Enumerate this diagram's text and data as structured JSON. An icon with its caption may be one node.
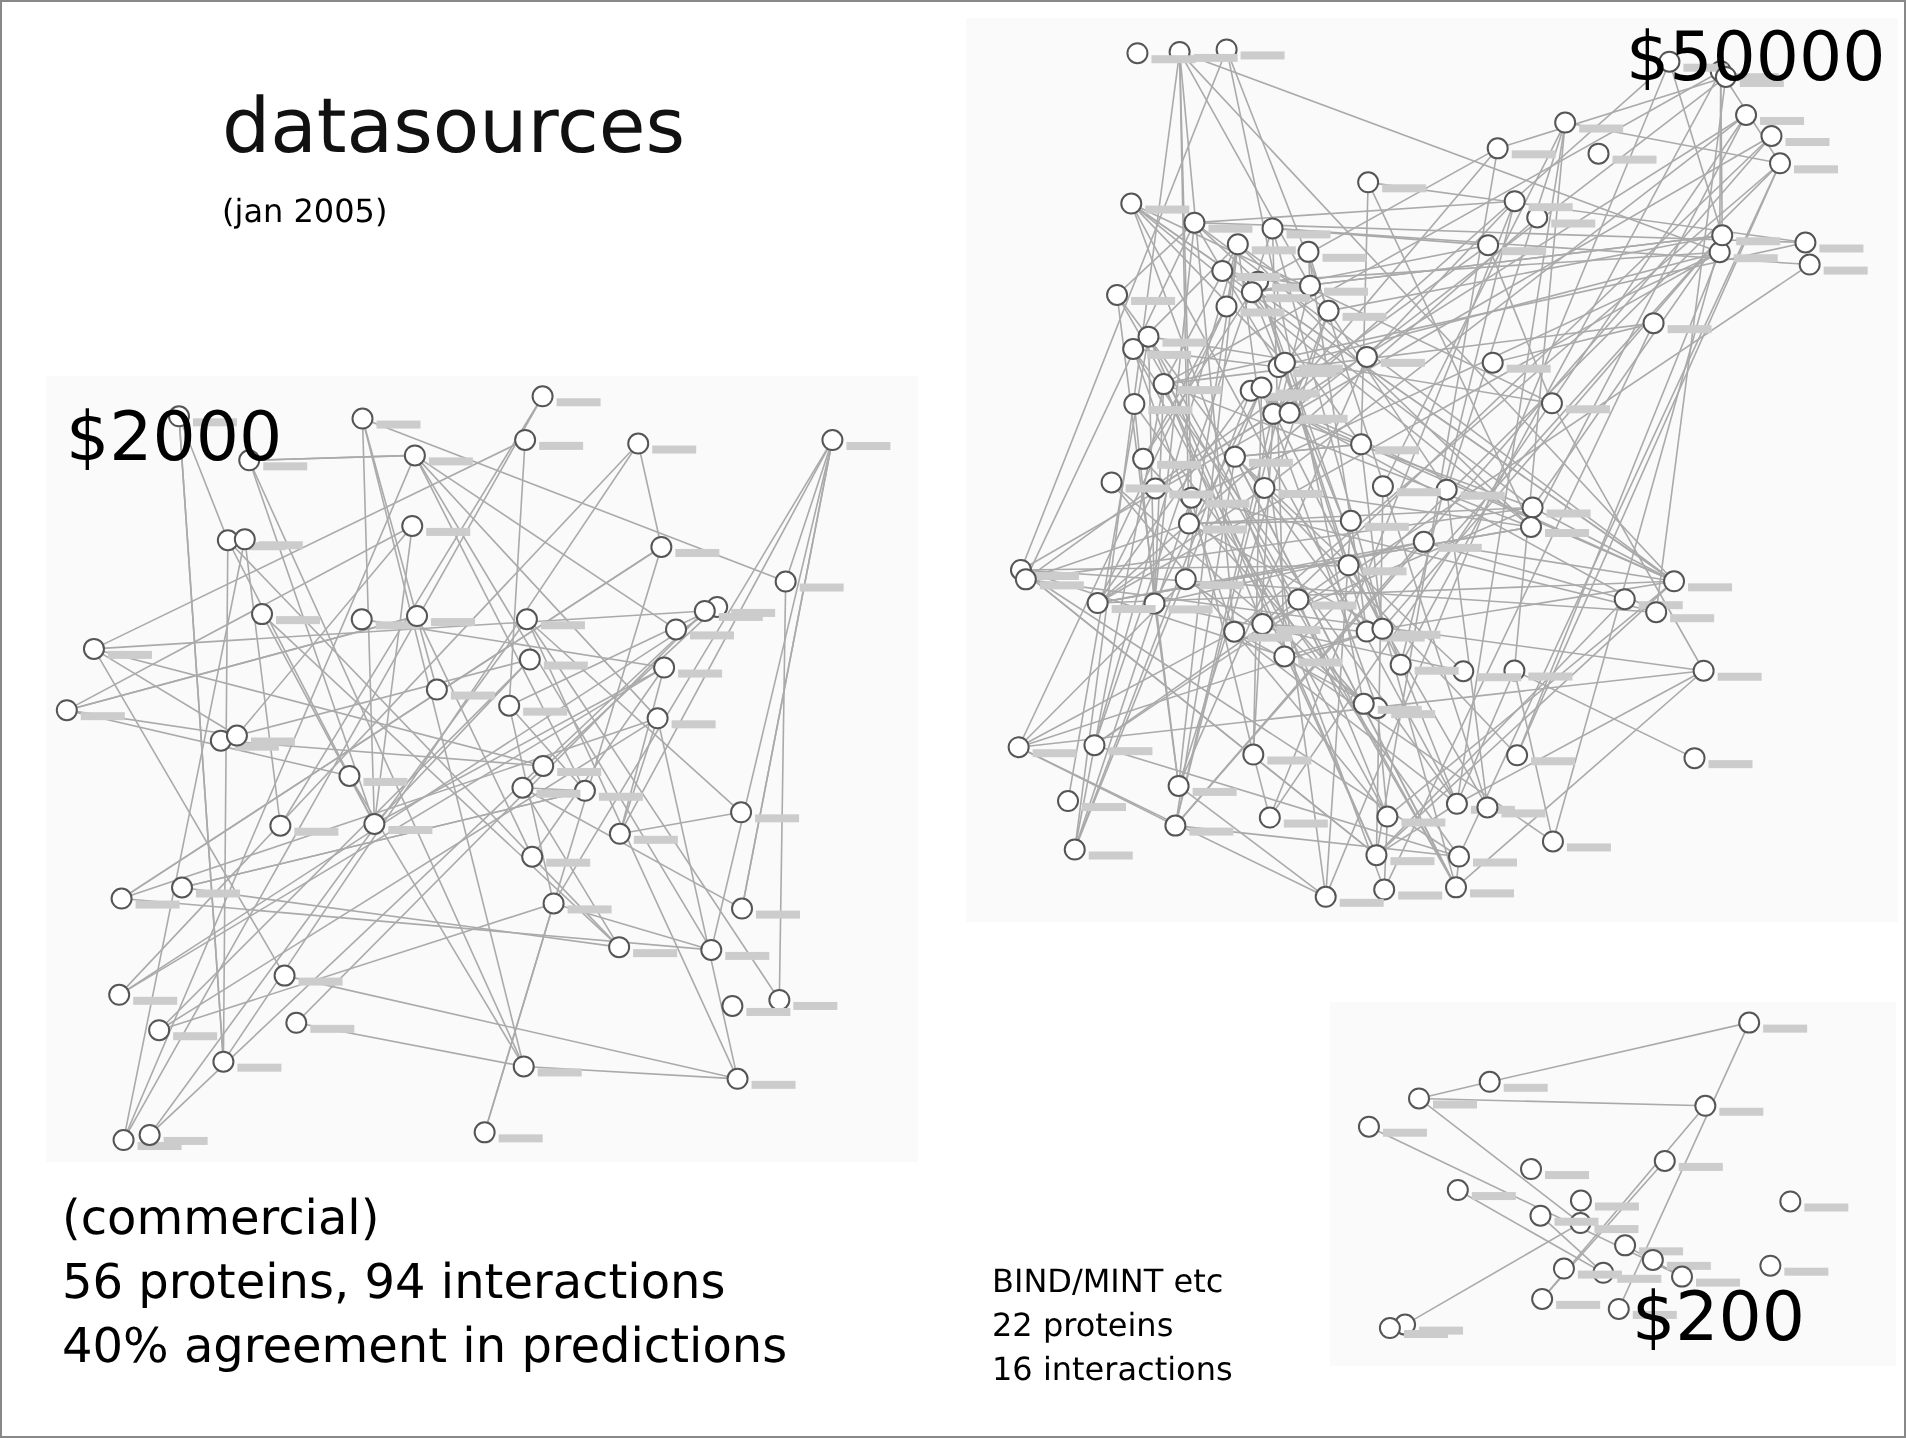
{
  "diagram": {
    "title": "datasources",
    "labels": [
      "(jan 2005)",
      "$50000",
      "$2000",
      "(commercial)",
      "56 proteins, 94 interactions",
      "40% agreement in predictions",
      "BIND/MINT etc",
      "22 proteins",
      "16 interactions",
      "$200"
    ]
  }
}
